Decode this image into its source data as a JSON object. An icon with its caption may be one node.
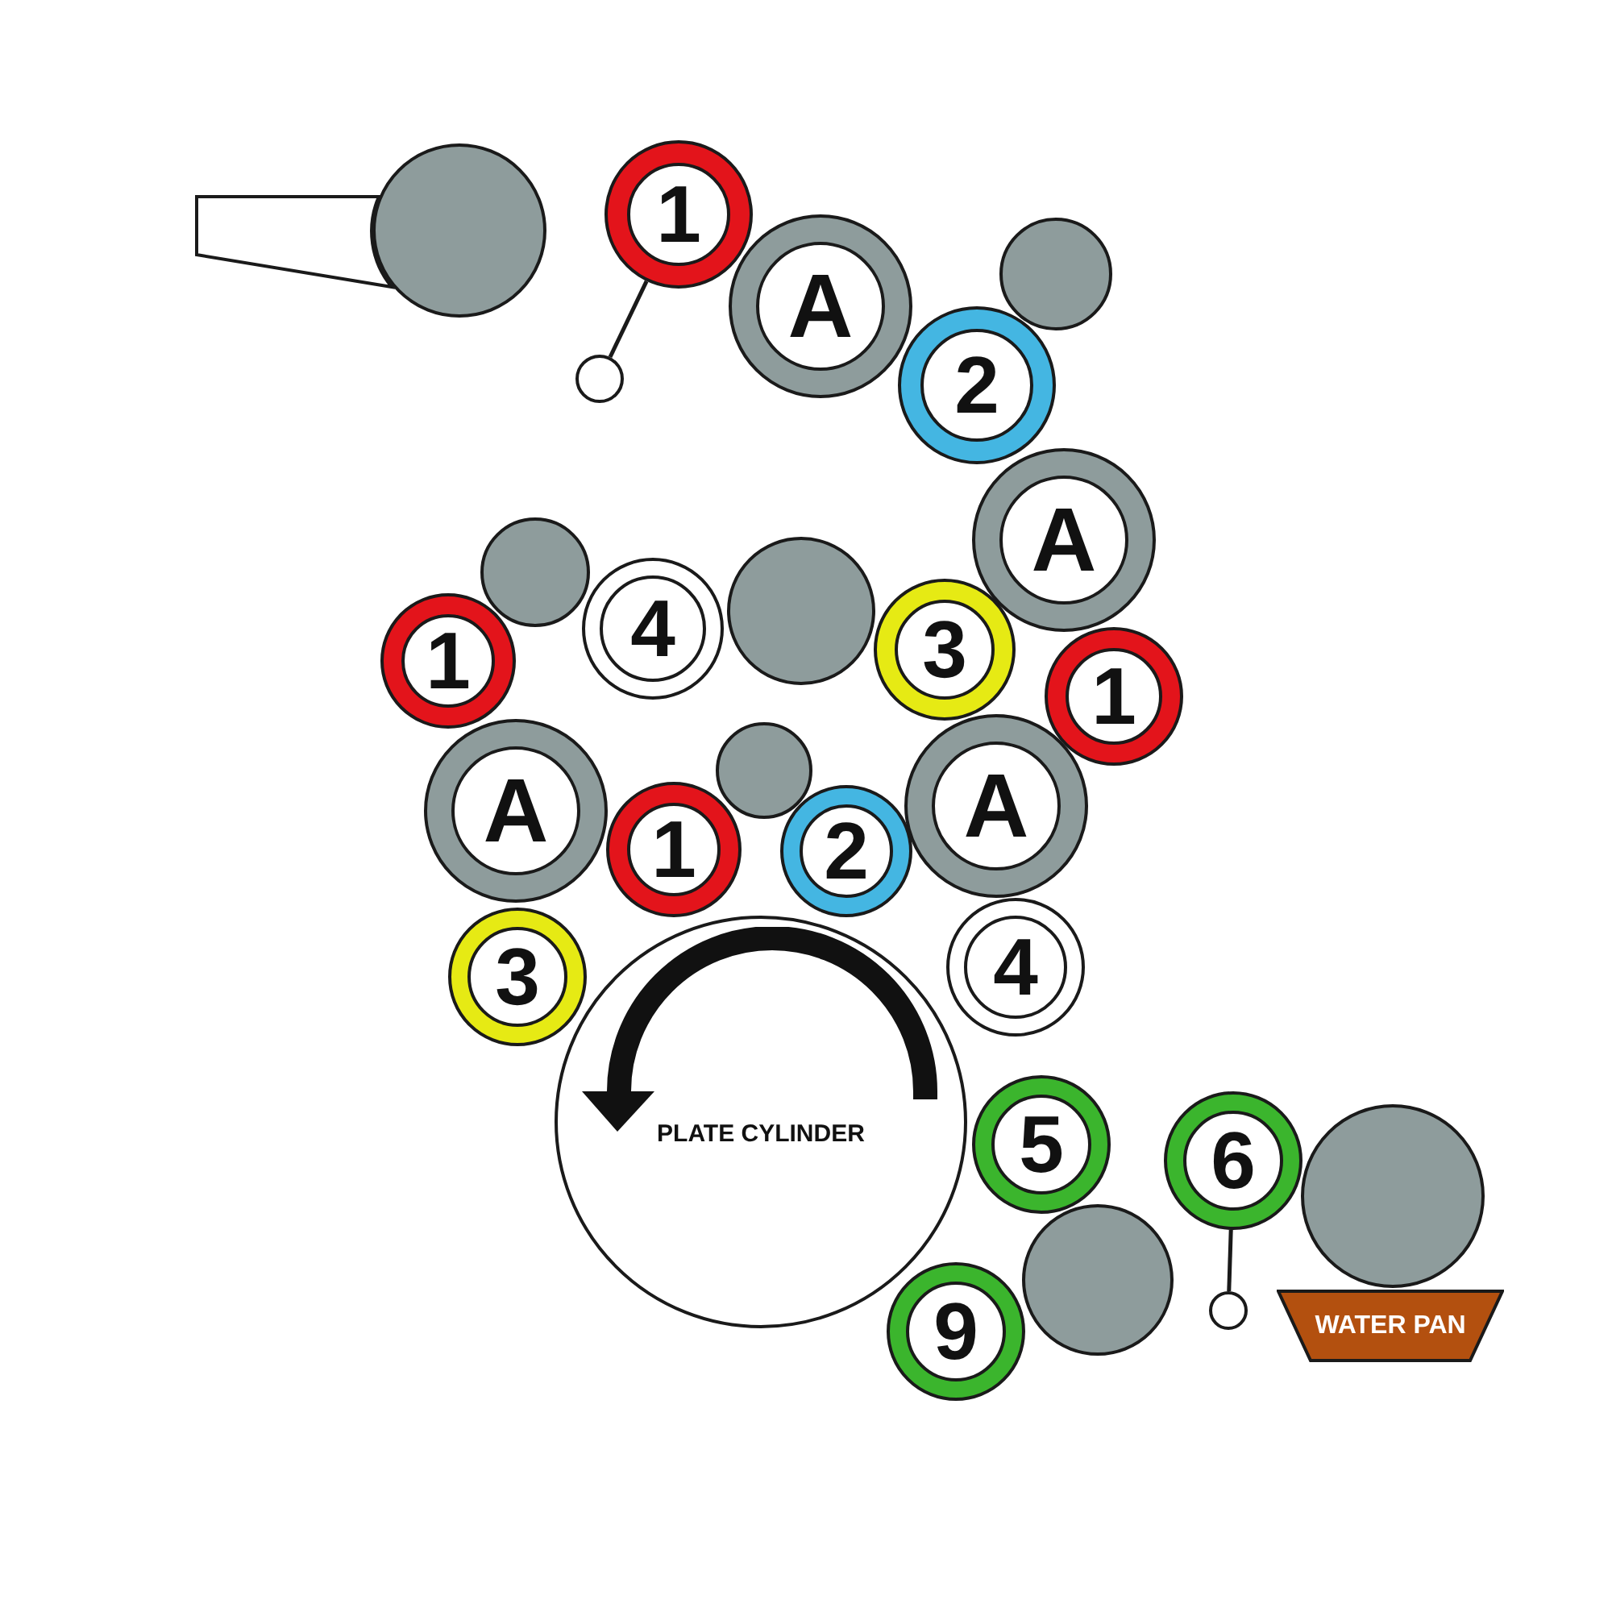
{
  "diagram": {
    "nodes": [
      {
        "text": [],
        "shape": "trapezoid"
      },
      {
        "text": [],
        "shape": "circle"
      },
      {
        "text": [
          "1"
        ]
      },
      {
        "text": [
          "A"
        ]
      },
      {
        "text": [],
        "shape": "circle"
      },
      {
        "text": [],
        "shape": "circle"
      },
      {
        "text": [
          "2"
        ]
      },
      {
        "text": [
          "A"
        ]
      },
      {
        "text": [],
        "shape": "circle"
      },
      {
        "text": [
          "4"
        ]
      },
      {
        "text": [],
        "shape": "circle"
      },
      {
        "text": [
          "3"
        ]
      },
      {
        "text": [
          "1"
        ]
      },
      {
        "text": [
          "1"
        ]
      },
      {
        "text": [],
        "shape": "circle"
      },
      {
        "text": [
          "A"
        ]
      },
      {
        "text": [
          "A"
        ]
      },
      {
        "text": [
          "1"
        ]
      },
      {
        "text": [
          "2"
        ]
      },
      {
        "text": [
          "3"
        ]
      },
      {
        "text": [
          "4"
        ]
      },
      {
        "text": [
          "PLATE CYLINDER"
        ]
      },
      {
        "text": [
          "5"
        ]
      },
      {
        "text": [
          "6"
        ]
      },
      {
        "text": [],
        "shape": "circle"
      },
      {
        "text": [],
        "shape": "circle"
      },
      {
        "text": [],
        "shape": "circle"
      },
      {
        "text": [
          "9"
        ]
      },
      {
        "text": [
          "WATER PAN"
        ]
      }
    ],
    "edges": [
      {
        "from": 2,
        "to": 5,
        "arrow": "none"
      },
      {
        "from": 23,
        "to": 26,
        "arrow": "none"
      }
    ]
  }
}
